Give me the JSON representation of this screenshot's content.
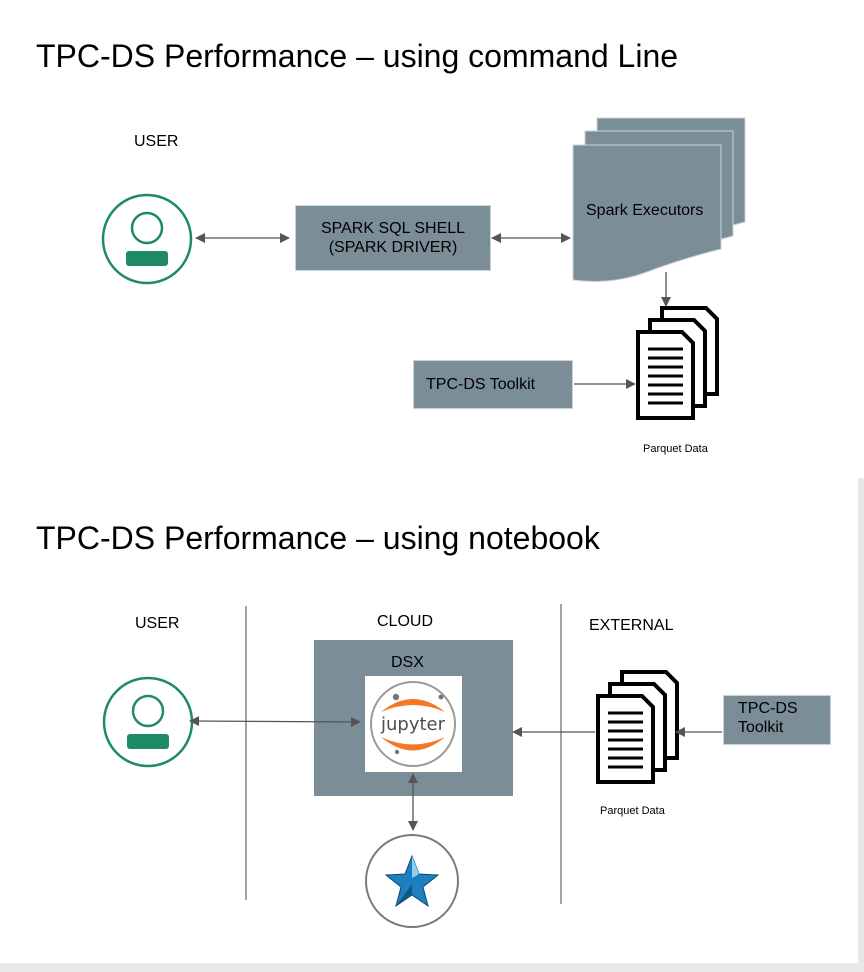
{
  "top": {
    "title": "TPC-DS Performance – using command Line",
    "user_label": "USER",
    "driver_line1": "SPARK SQL SHELL",
    "driver_line2": "(SPARK DRIVER)",
    "executors_label": "Spark Executors",
    "toolkit_label": "TPC-DS Toolkit",
    "parquet_label": "Parquet Data"
  },
  "bottom": {
    "title": "TPC-DS Performance – using notebook",
    "user_label": "USER",
    "cloud_label": "CLOUD",
    "external_label": "EXTERNAL",
    "dsx_label": "DSX",
    "jupyter_label": "jupyter",
    "toolkit_line1": "TPC-DS",
    "toolkit_line2": "Toolkit",
    "parquet_label": "Parquet Data"
  },
  "colors": {
    "box_fill": "#7b8e98",
    "user_icon_green": "#1e8a66",
    "jupyter_orange": "#f37726",
    "star_blue": "#1d7fbf",
    "arrow": "#555555"
  },
  "icons": {
    "user": "user-icon",
    "document_stack": "document-stack-icon",
    "jupyter": "jupyter-logo",
    "star": "star-icon"
  }
}
